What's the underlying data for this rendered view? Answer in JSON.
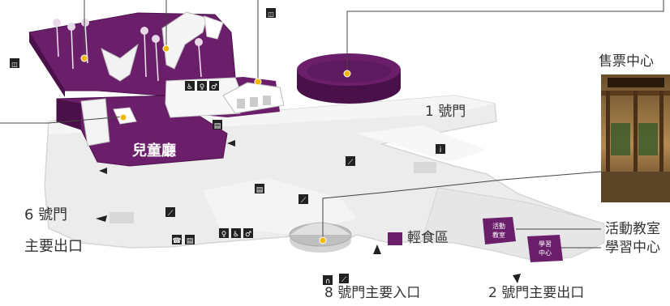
{
  "colors": {
    "purple": "#6b1f6b",
    "floor": "#ececec",
    "floor_edge": "#d2d2d2",
    "line": "#444444",
    "pin": "#f2b705"
  },
  "labels": {
    "ticket_center": "售票中心",
    "gate_1": "1 號門",
    "children_hall": "兒童廳",
    "gate_6": "6 號門",
    "main_exit_left": "主要出口",
    "snack_area": "輕食區",
    "activity_classroom": "活動教室",
    "learning_center": "學習中心",
    "gate_8_main_entrance": "8 號門主要入口",
    "gate_2_main_exit": "2 號門主要出口"
  },
  "room_signs": {
    "activity": "活動教室",
    "learning": "學習中心"
  },
  "icons": [
    "restroom-icon",
    "accessible-icon",
    "family-restroom-icon",
    "elevator-icon",
    "information-icon",
    "escalator-icon",
    "telephone-icon",
    "locker-icon",
    "audio-guide-icon",
    "stroller-icon",
    "nursing-room-icon"
  ]
}
